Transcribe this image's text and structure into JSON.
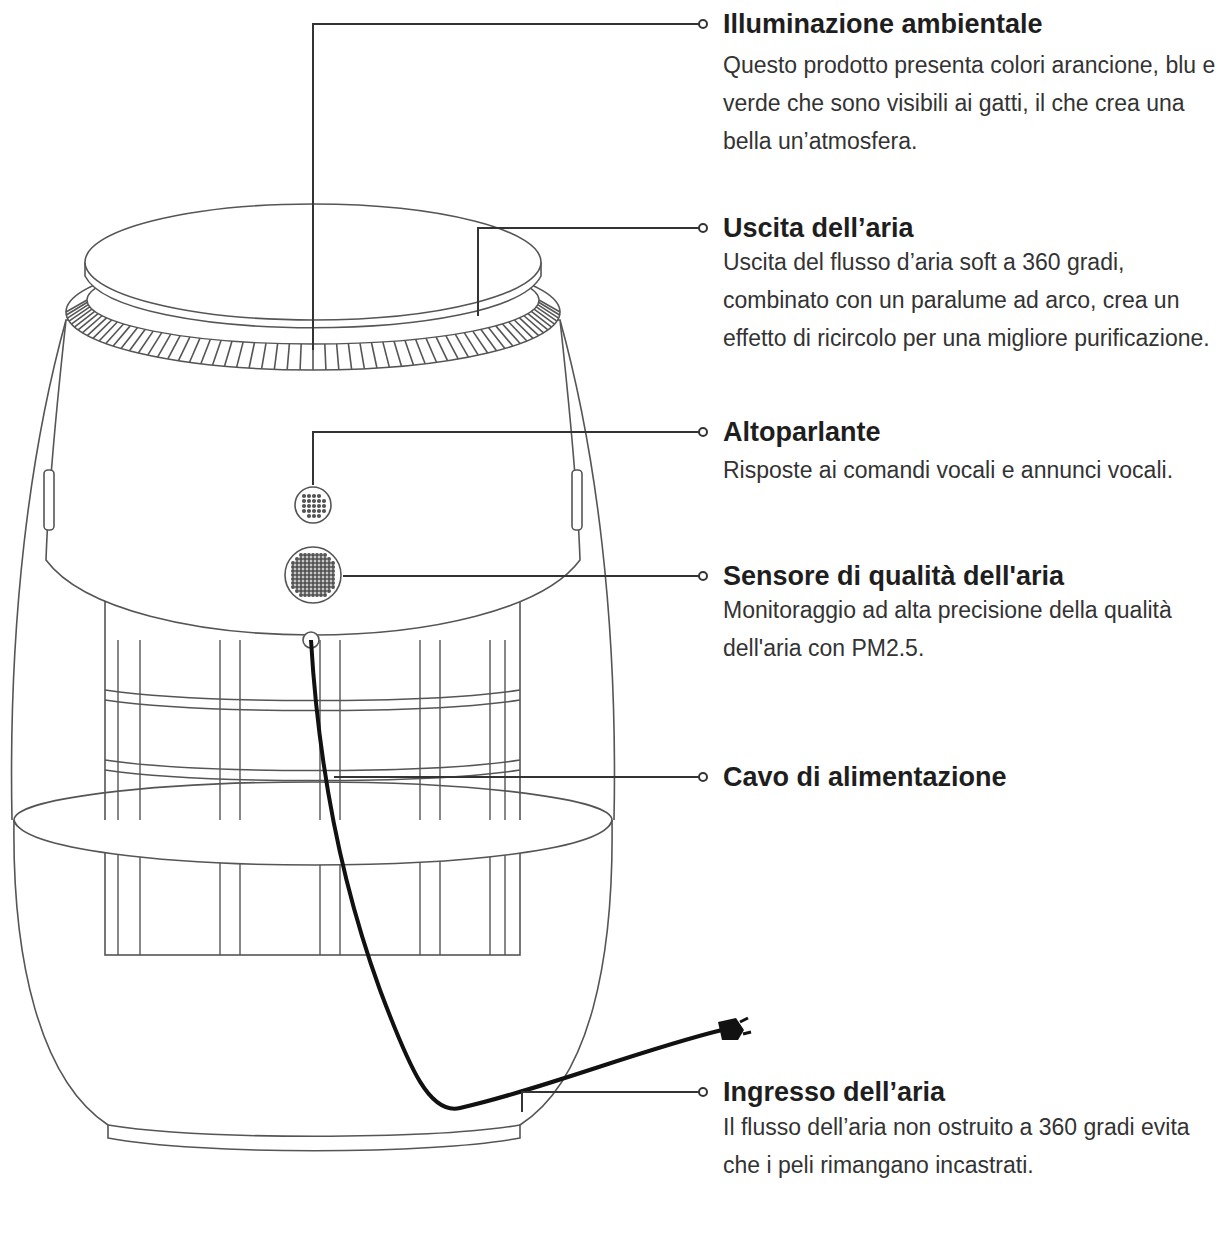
{
  "diagram": {
    "labels": [
      "Illuminazione ambientale",
      "Questo prodotto presenta colori arancione, blu e verde che sono visibili ai gatti, il che crea una bella un’atmosfera.",
      "Uscita dell’aria",
      "Uscita del flusso d’aria soft a 360 gradi, combinato con un paralume ad arco, crea un effetto di ricircolo per una migliore purificazione.",
      "Altoparlante",
      "Risposte ai comandi vocali e annunci vocali.",
      "Sensore di qualità dell'aria",
      "Monitoraggio ad alta precisione della qualità dell'aria con PM2.5.",
      "Cavo di alimentazione",
      "Ingresso dell’aria",
      "Il flusso dell’aria non ostruito a 360 gradi evita che i peli rimangano incastrati."
    ]
  }
}
